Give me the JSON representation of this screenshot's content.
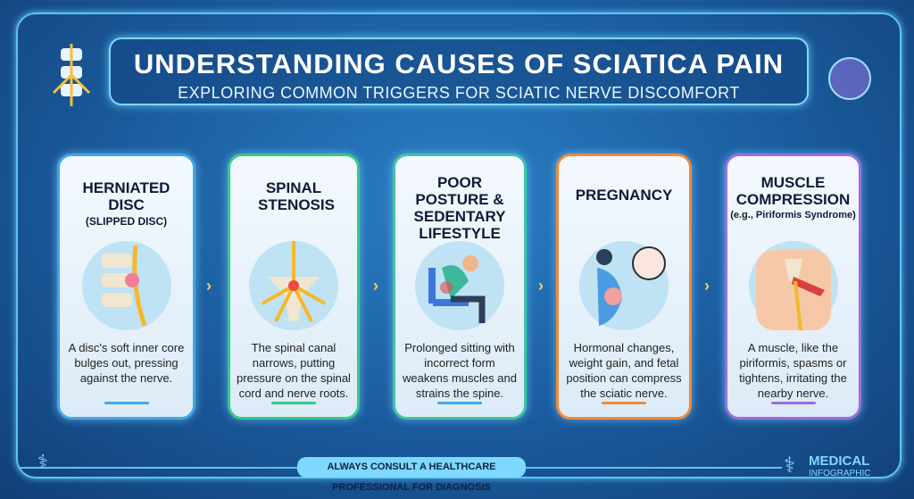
{
  "header": {
    "title": "UNDERSTANDING CAUSES OF SCIATICA PAIN",
    "subtitle": "EXPLORING COMMON TRIGGERS FOR SCIATIC NERVE DISCOMFORT"
  },
  "cards": [
    {
      "title": "HERNIATED DISC",
      "subtitle": "(SLIPPED DISC)",
      "description": "A disc's soft inner core bulges out, pressing against the nerve.",
      "color": "#3fa9e6",
      "icon": "herniated-disc-icon"
    },
    {
      "title": "SPINAL STENOSIS",
      "subtitle": "",
      "description": "The spinal canal narrows, putting pressure on the spinal cord and nerve roots.",
      "color": "#36c98a",
      "icon": "spinal-stenosis-icon"
    },
    {
      "title": "POOR POSTURE & SEDENTARY LIFESTYLE",
      "subtitle": "",
      "description": "Prolonged sitting with incorrect form weakens muscles and strains the spine.",
      "color": "#3cc7a0",
      "icon": "sitting-person-icon"
    },
    {
      "title": "PREGNANCY",
      "subtitle": "",
      "description": "Hormonal changes, weight gain, and fetal position can compress the sciatic nerve.",
      "color": "#f08a3c",
      "icon": "pregnant-woman-icon"
    },
    {
      "title": "MUSCLE COMPRESSION",
      "subtitle": "(e.g., Piriformis Syndrome)",
      "description": "A muscle, like the piriformis, spasms or tightens, irritating the nearby nerve.",
      "color": "#9b6ee0",
      "icon": "piriformis-muscle-icon"
    }
  ],
  "footer": {
    "note": "ALWAYS CONSULT A HEALTHCARE PROFESSIONAL FOR DIAGNOSIS"
  },
  "logo": {
    "line1": "MEDICAL",
    "line2": "INFOGRAPHIC"
  }
}
